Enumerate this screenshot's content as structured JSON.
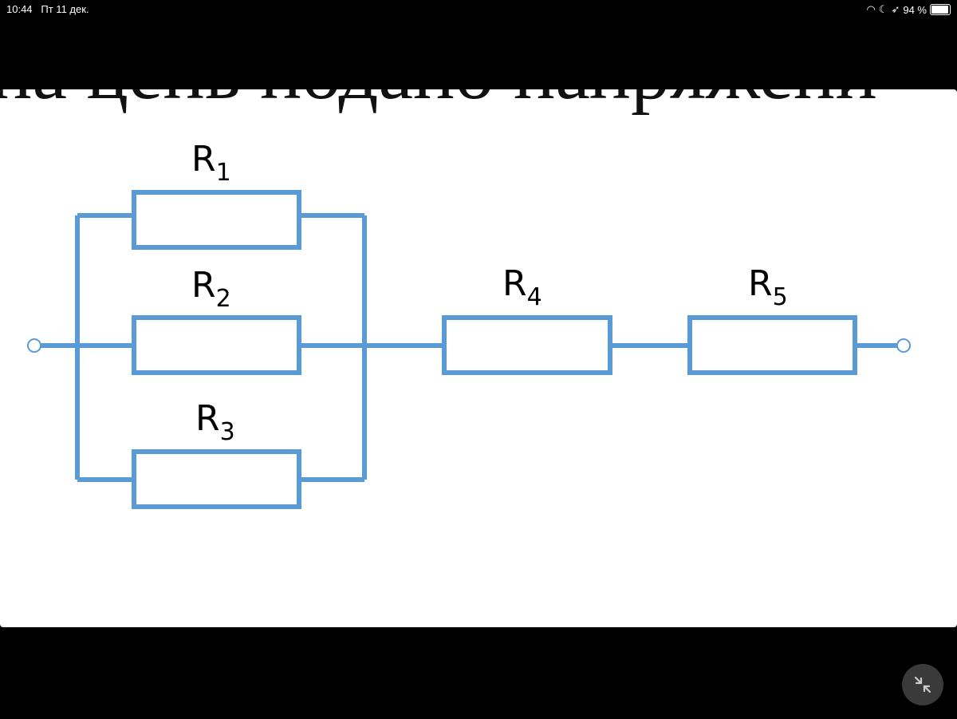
{
  "status_bar": {
    "time": "10:44",
    "date": "Пт 11 дек.",
    "battery": "94 %",
    "battery_level": 0.94,
    "icons": [
      "wifi-icon",
      "moon-icon",
      "location-icon",
      "battery-icon"
    ]
  },
  "content": {
    "heading_cutoff": "на цепь подано напряжени",
    "circuit": {
      "color": "#5b9bd5",
      "resistors": [
        {
          "label": "R",
          "sub": "1"
        },
        {
          "label": "R",
          "sub": "2"
        },
        {
          "label": "R",
          "sub": "3"
        },
        {
          "label": "R",
          "sub": "4"
        },
        {
          "label": "R",
          "sub": "5"
        }
      ]
    }
  },
  "controls": {
    "exit_fullscreen_icon": "arrows-collapse-icon"
  }
}
